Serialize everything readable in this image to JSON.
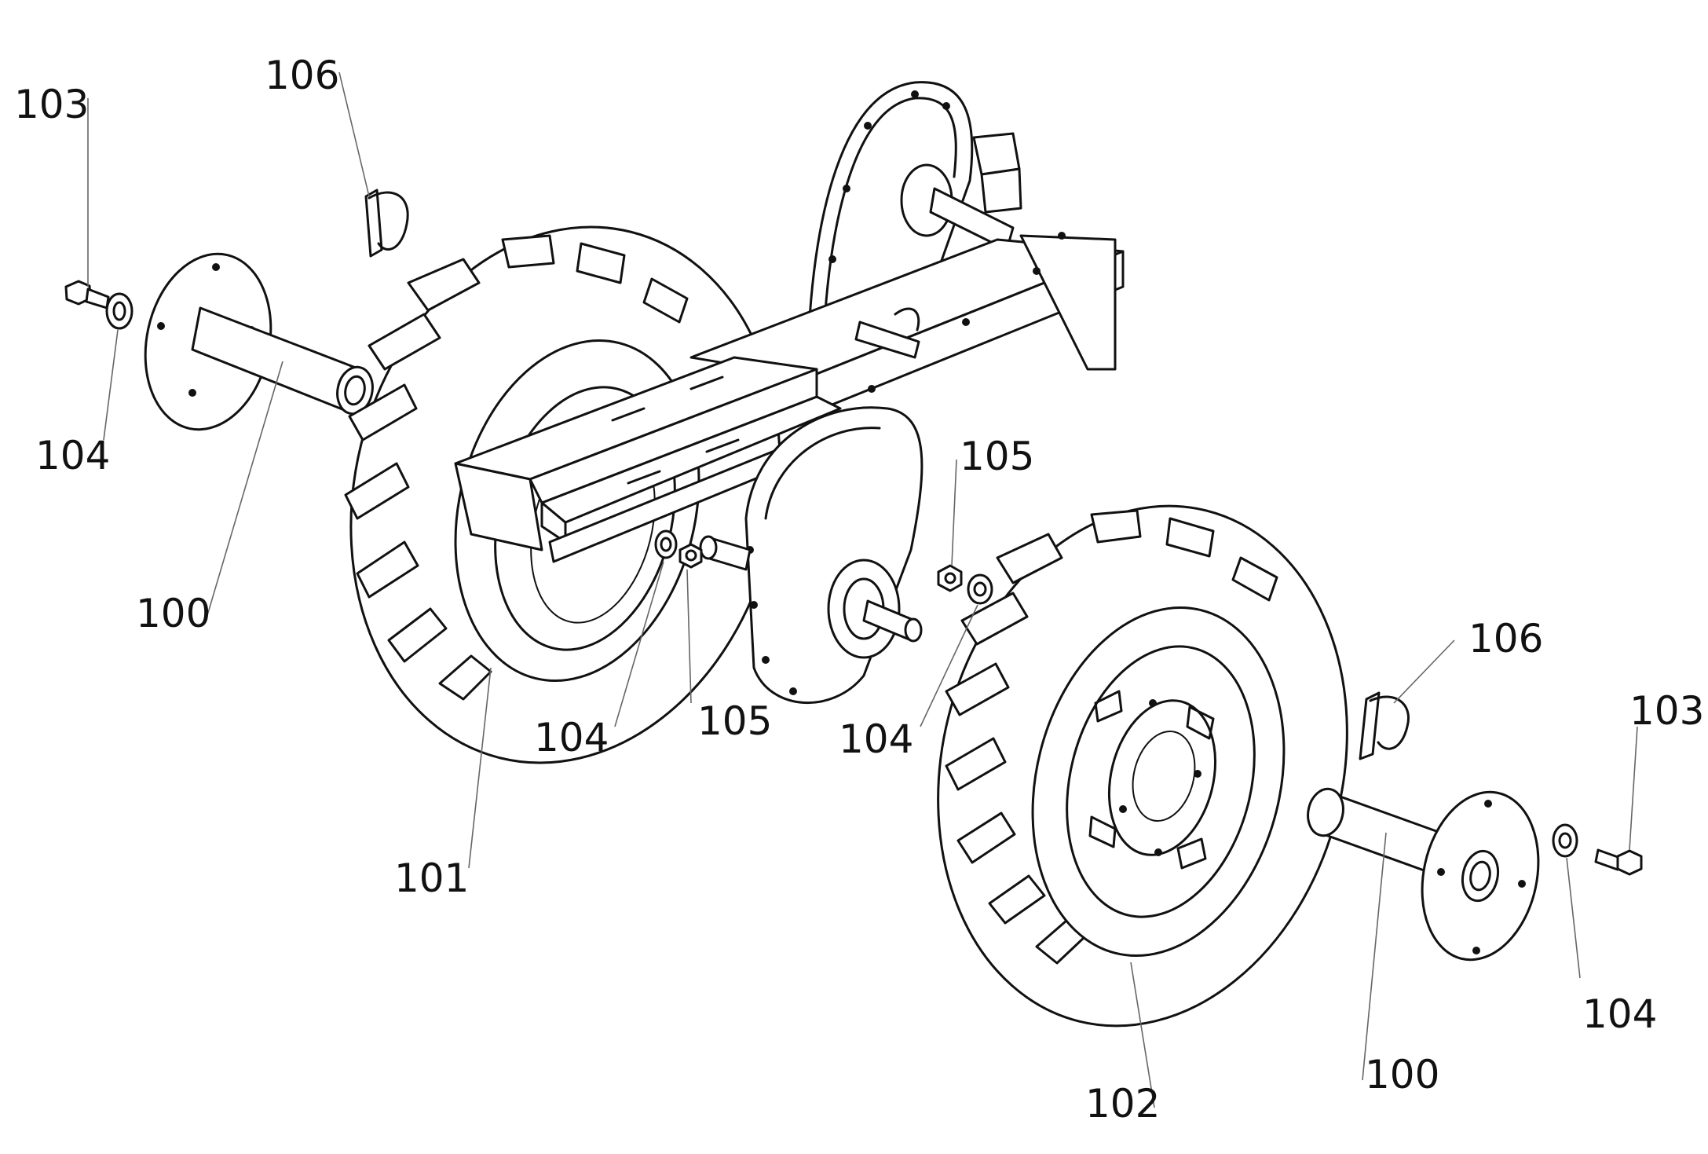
{
  "labels": {
    "p100_left": "100",
    "p100_right": "100",
    "p101": "101",
    "p102": "102",
    "p103_left": "103",
    "p103_right": "103",
    "p104_left_top": "104",
    "p104_center_left": "104",
    "p104_center_right": "104",
    "p104_right": "104",
    "p105_top": "105",
    "p105_bottom": "105",
    "p106_left": "106",
    "p106_right": "106"
  }
}
